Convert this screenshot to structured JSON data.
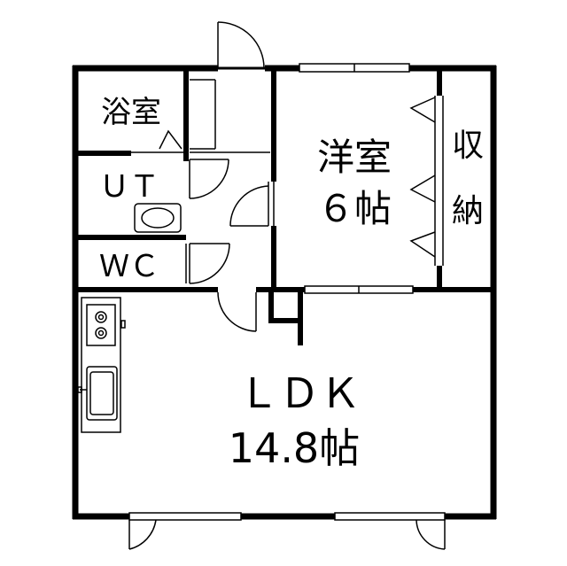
{
  "rooms": {
    "bath": {
      "label": "浴室"
    },
    "ut": {
      "label": "ＵＴ"
    },
    "wc": {
      "label": "ＷＣ"
    },
    "western": {
      "label": "洋室",
      "size": "６帖"
    },
    "storage": {
      "label_top": "収",
      "label_bottom": "納"
    },
    "ldk": {
      "label": "ＬＤＫ",
      "size": "14.8帖"
    }
  },
  "colors": {
    "wall": "#000000",
    "fixture": "#000000",
    "background": "#ffffff"
  }
}
